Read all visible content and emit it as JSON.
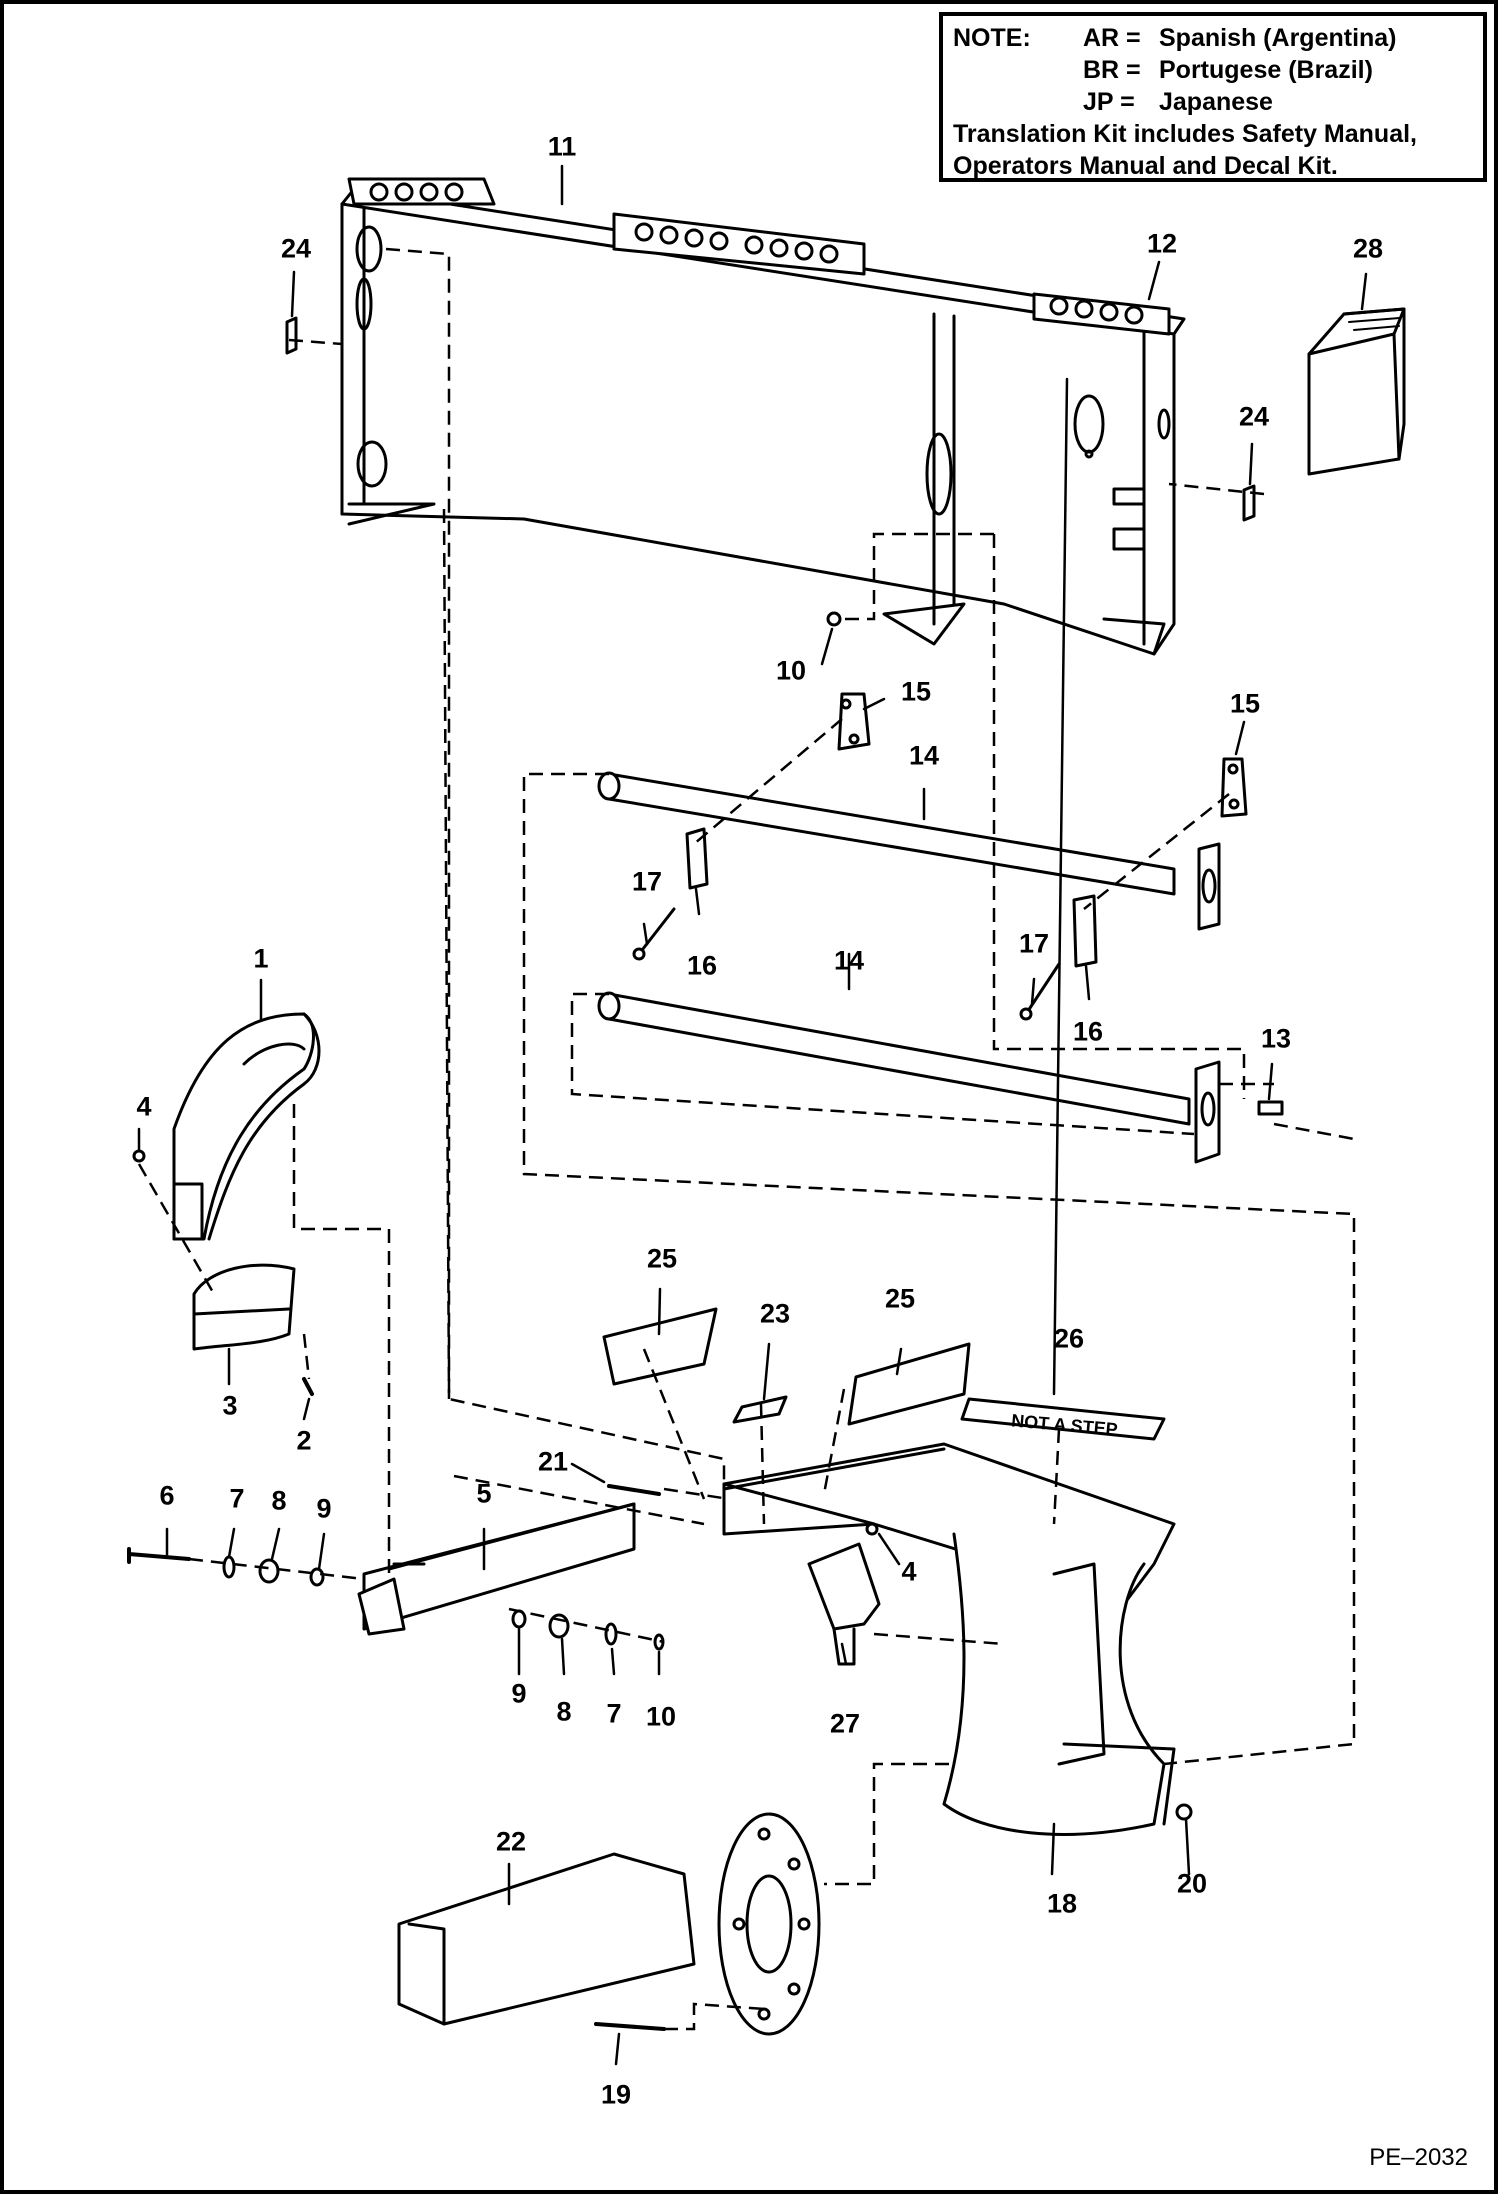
{
  "note": {
    "heading": "NOTE:",
    "languages": [
      {
        "code": "AR =",
        "name": "Spanish (Argentina)"
      },
      {
        "code": "BR =",
        "name": "Portugese (Brazil)"
      },
      {
        "code": "JP =",
        "name": "Japanese"
      }
    ],
    "kit_line_1": "Translation Kit includes Safety Manual,",
    "kit_line_2": "Operators Manual and Decal Kit."
  },
  "callouts": [
    {
      "id": "1",
      "text": "1"
    },
    {
      "id": "2",
      "text": "2"
    },
    {
      "id": "3",
      "text": "3"
    },
    {
      "id": "4a",
      "text": "4"
    },
    {
      "id": "4b",
      "text": "4"
    },
    {
      "id": "5",
      "text": "5"
    },
    {
      "id": "6",
      "text": "6"
    },
    {
      "id": "7a",
      "text": "7"
    },
    {
      "id": "7b",
      "text": "7"
    },
    {
      "id": "8a",
      "text": "8"
    },
    {
      "id": "8b",
      "text": "8"
    },
    {
      "id": "9a",
      "text": "9"
    },
    {
      "id": "9b",
      "text": "9"
    },
    {
      "id": "10a",
      "text": "10"
    },
    {
      "id": "10b",
      "text": "10"
    },
    {
      "id": "11",
      "text": "11"
    },
    {
      "id": "12",
      "text": "12"
    },
    {
      "id": "13",
      "text": "13"
    },
    {
      "id": "14a",
      "text": "14"
    },
    {
      "id": "14b",
      "text": "14"
    },
    {
      "id": "15a",
      "text": "15"
    },
    {
      "id": "15b",
      "text": "15"
    },
    {
      "id": "16a",
      "text": "16"
    },
    {
      "id": "16b",
      "text": "16"
    },
    {
      "id": "17a",
      "text": "17"
    },
    {
      "id": "17b",
      "text": "17"
    },
    {
      "id": "18",
      "text": "18"
    },
    {
      "id": "19",
      "text": "19"
    },
    {
      "id": "20",
      "text": "20"
    },
    {
      "id": "21",
      "text": "21"
    },
    {
      "id": "22",
      "text": "22"
    },
    {
      "id": "23",
      "text": "23"
    },
    {
      "id": "24a",
      "text": "24"
    },
    {
      "id": "24b",
      "text": "24"
    },
    {
      "id": "25a",
      "text": "25"
    },
    {
      "id": "25b",
      "text": "25"
    },
    {
      "id": "26",
      "text": "26"
    },
    {
      "id": "27",
      "text": "27"
    },
    {
      "id": "28",
      "text": "28"
    }
  ],
  "decal_text": "NOT A STEP",
  "figure_id": "PE–2032"
}
